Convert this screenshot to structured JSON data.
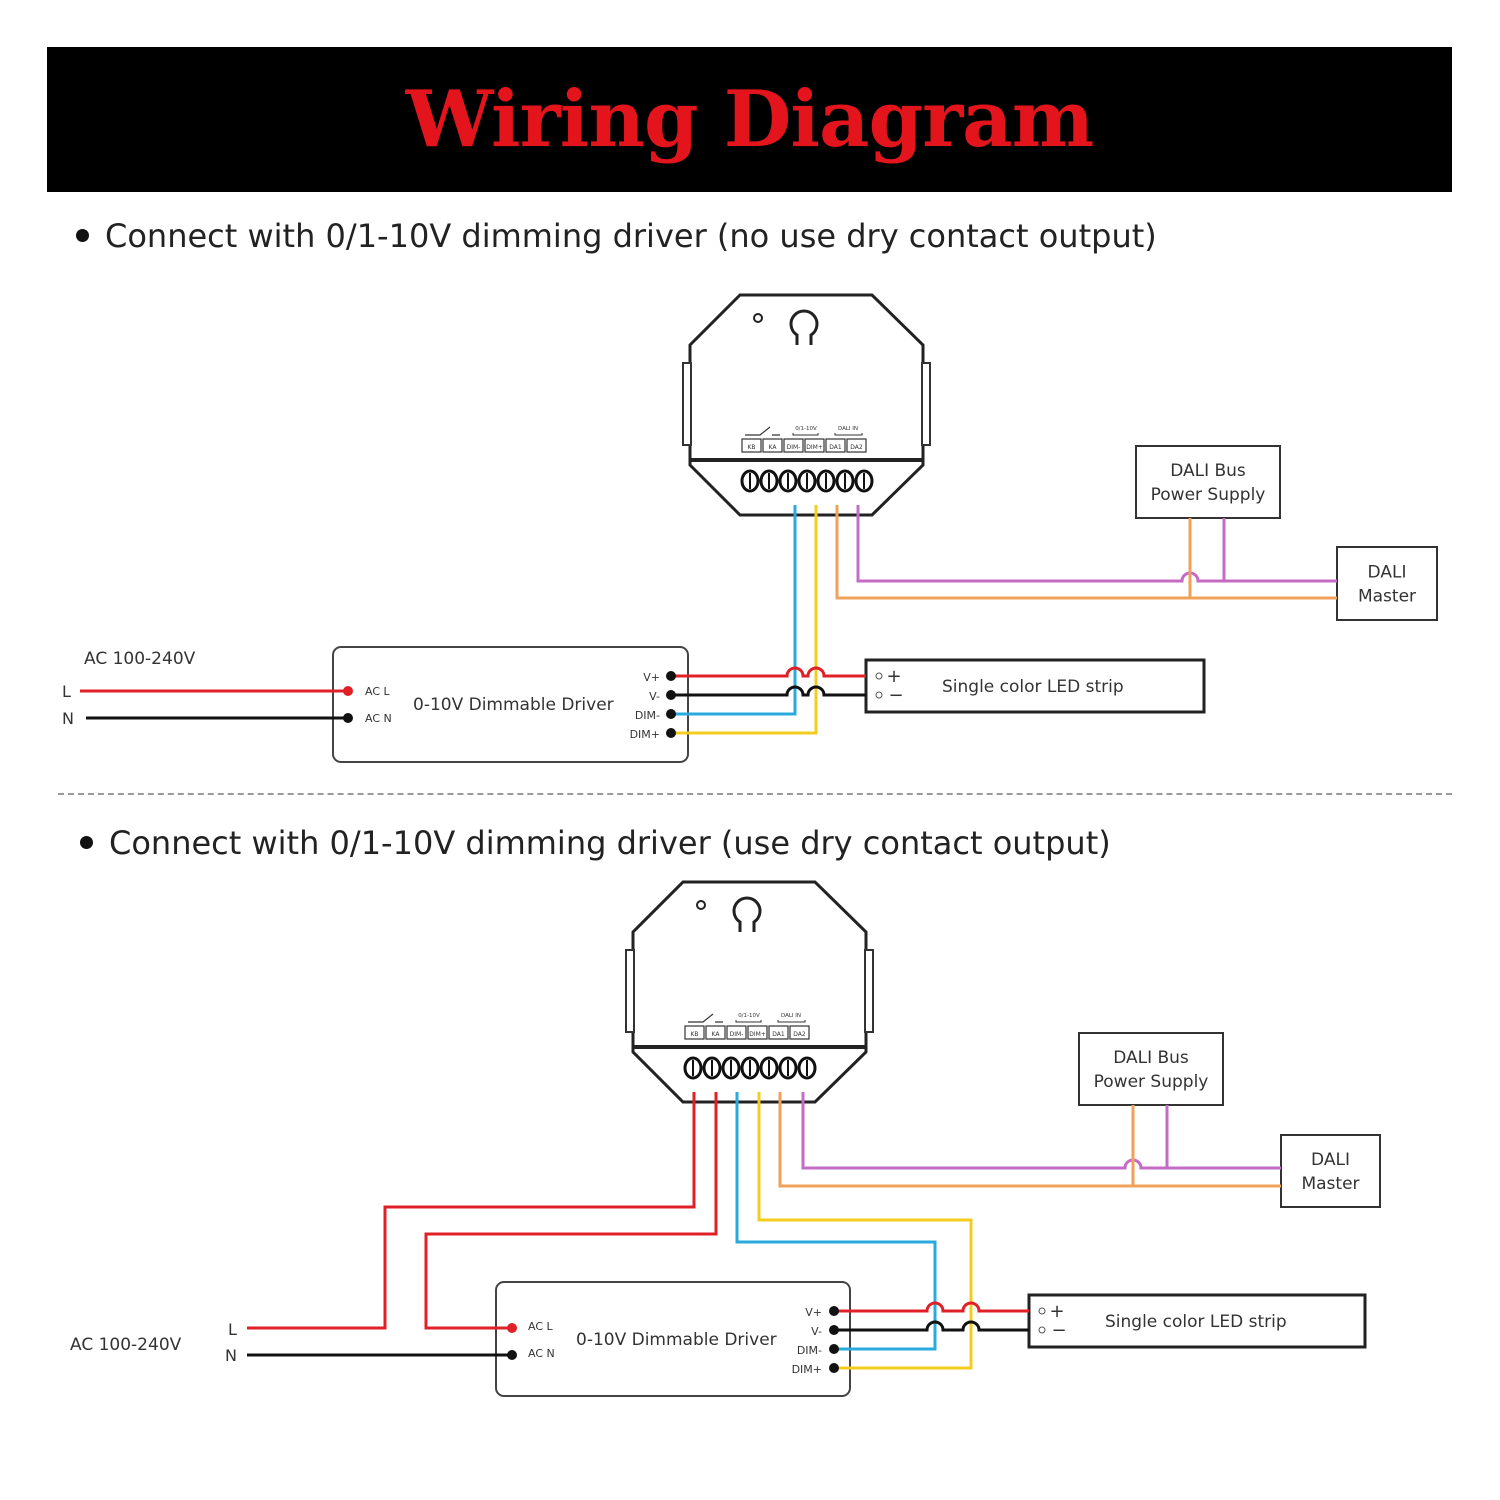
{
  "title": "Wiring Diagram",
  "sections": [
    {
      "heading": "Connect with 0/1-10V dimming driver (no use dry contact output)",
      "ac_label": "AC 100-240V",
      "line_label": "L",
      "neutral_label": "N",
      "driver": {
        "name": "0-10V Dimmable Driver",
        "in_l": "AC L",
        "in_n": "AC N",
        "out_vp": "V+",
        "out_vm": "V-",
        "out_dimm": "DIM-",
        "out_dimp": "DIM+"
      },
      "dali_bus": [
        "DALI Bus",
        "Power Supply"
      ],
      "dali_master": [
        "DALI",
        "Master"
      ],
      "led_strip": "Single color LED strip",
      "plus": "+",
      "minus": "−",
      "module": {
        "terminals": [
          "KB",
          "KA",
          "DIM-",
          "DIM+",
          "DA1",
          "DA2"
        ],
        "group_labels": [
          "0/1-10V",
          "DALI IN"
        ]
      }
    },
    {
      "heading": "Connect with 0/1-10V dimming driver (use dry contact output)",
      "ac_label": "AC 100-240V",
      "line_label": "L",
      "neutral_label": "N",
      "driver": {
        "name": "0-10V Dimmable Driver",
        "in_l": "AC L",
        "in_n": "AC N",
        "out_vp": "V+",
        "out_vm": "V-",
        "out_dimm": "DIM-",
        "out_dimp": "DIM+"
      },
      "dali_bus": [
        "DALI Bus",
        "Power Supply"
      ],
      "dali_master": [
        "DALI",
        "Master"
      ],
      "led_strip": "Single color LED strip",
      "plus": "+",
      "minus": "−",
      "module": {
        "terminals": [
          "KB",
          "KA",
          "DIM-",
          "DIM+",
          "DA1",
          "DA2"
        ],
        "group_labels": [
          "0/1-10V",
          "DALI IN"
        ]
      }
    }
  ],
  "colors": {
    "line": "#e02027",
    "neutral": "#111111",
    "dim_minus": "#2aa9dd",
    "dim_plus": "#f3cc1e",
    "dali_a": "#f0a25a",
    "dali_b": "#c46bc6",
    "title": "#e3141b"
  }
}
